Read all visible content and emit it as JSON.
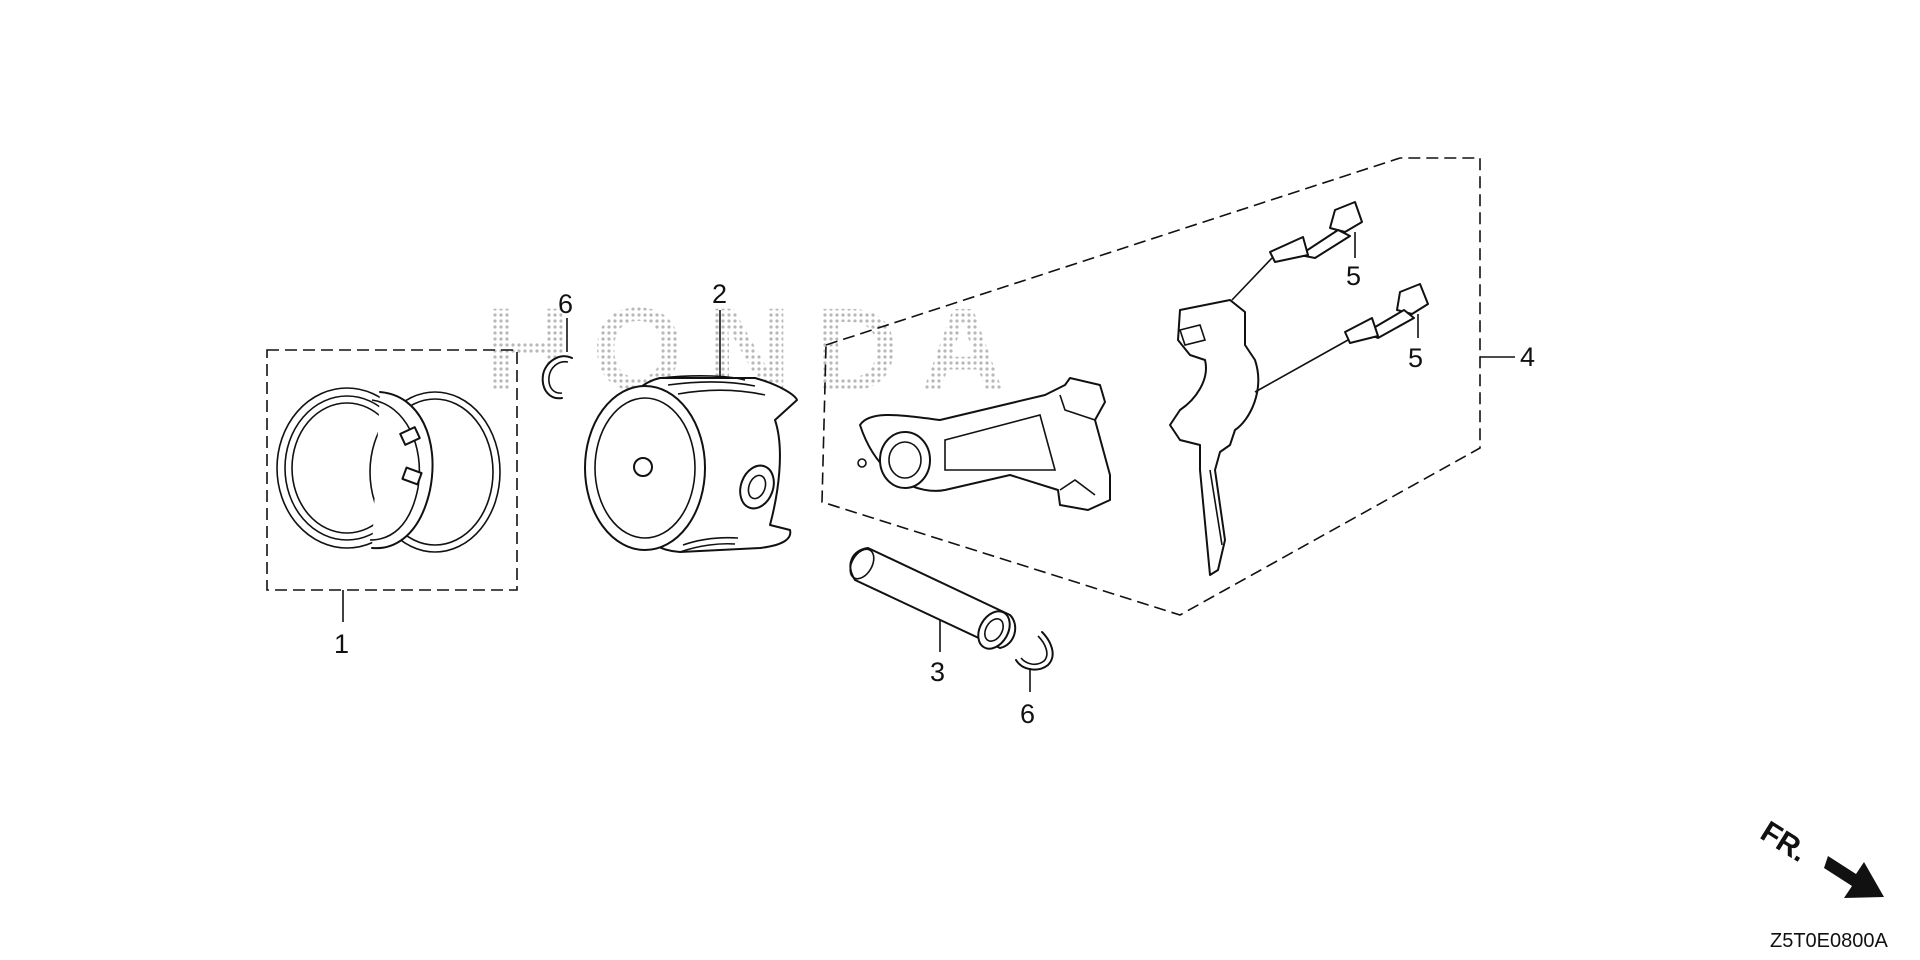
{
  "watermark": "HONDA",
  "callouts": {
    "c1": "1",
    "c2": "2",
    "c3": "3",
    "c4": "4",
    "c5a": "5",
    "c5b": "5",
    "c6a": "6",
    "c6b": "6"
  },
  "direction_label": "FR.",
  "diagram_code": "Z5T0E0800A",
  "icons": {
    "direction": "arrow-icon"
  },
  "colors": {
    "line": "#111111",
    "background": "#ffffff",
    "watermark": "#bdbdbd"
  }
}
